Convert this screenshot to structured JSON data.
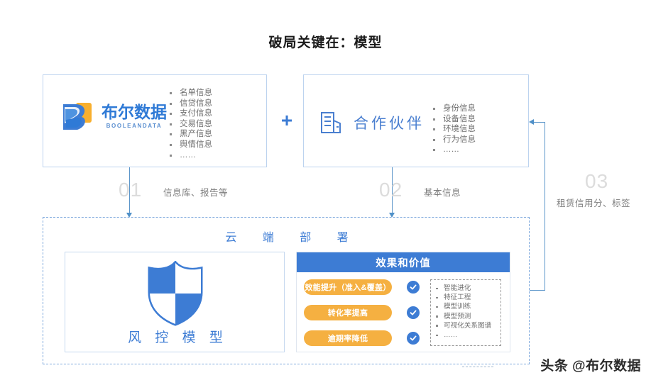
{
  "title": "破局关键在：模型",
  "colors": {
    "primary_blue": "#3d7cd4",
    "light_blue_border": "#bcd3ef",
    "orange": "#f5b041",
    "logo_orange": "#f8af2e",
    "gray_text": "#6e6e6e",
    "step_num_gray": "#dcdcdc",
    "connector_blue": "#5b95c9"
  },
  "source_boxes": [
    {
      "id": "booleandata",
      "logo_cn": "布尔数据",
      "logo_en": "BOOLEANDATA",
      "icon": "booleandata-logo-icon",
      "items": [
        "名单信息",
        "信贷信息",
        "支付信息",
        "交易信息",
        "黑产信息",
        "舆情信息",
        "……"
      ]
    },
    {
      "id": "partner",
      "label": "合作伙伴",
      "icon": "building-icon",
      "items": [
        "身份信息",
        "设备信息",
        "环境信息",
        "行为信息",
        "……"
      ]
    }
  ],
  "plus_symbol": "+",
  "steps": [
    {
      "num": "01",
      "text": "信息库、报告等"
    },
    {
      "num": "02",
      "text": "基本信息"
    },
    {
      "num": "03",
      "text": "租赁信用分、标签"
    }
  ],
  "cloud": {
    "title": "云 端 部 署",
    "model_card": {
      "icon": "shield-icon",
      "label": "风 控 模 型"
    },
    "value_card": {
      "header": "效果和价值",
      "pills": [
        {
          "label": "效能提升（准入&覆盖）",
          "check": "check-circle-icon"
        },
        {
          "label": "转化率提高",
          "check": "check-circle-icon"
        },
        {
          "label": "逾期率降低",
          "check": "check-circle-icon"
        }
      ],
      "capabilities": [
        "智能进化",
        "特征工程",
        "模型训练",
        "模型预测",
        "可视化关系图谱",
        "……"
      ]
    }
  },
  "watermark": "头条 @布尔数据"
}
